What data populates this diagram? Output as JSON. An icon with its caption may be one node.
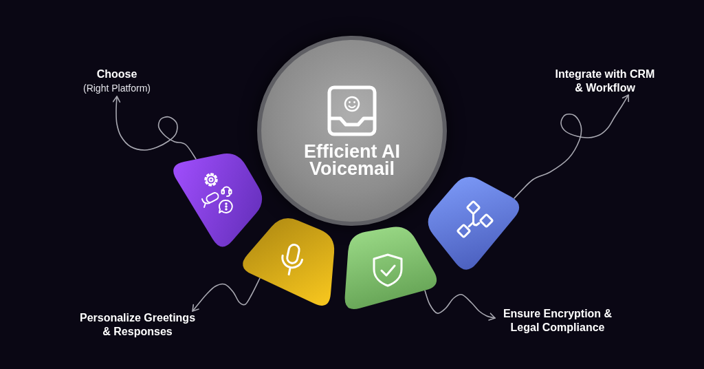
{
  "diagram": {
    "nodes": [
      {
        "text": [
          "Efficient AI Voicemail"
        ]
      },
      {
        "text": [],
        "shape": "box"
      },
      {
        "text": [],
        "shape": "box"
      },
      {
        "text": [],
        "shape": "box"
      },
      {
        "text": [],
        "shape": "box"
      },
      {
        "text": [
          "Choose",
          "(Right Platform)"
        ]
      },
      {
        "text": [
          "Integrate with CRM & Workflow"
        ]
      },
      {
        "text": [
          "Personalize Greetings & Responses"
        ]
      },
      {
        "text": [
          "Ensure Encryption & Legal Compliance"
        ]
      }
    ],
    "edges": [
      {
        "from": 1,
        "to": 5,
        "arrow": "to"
      },
      {
        "from": 4,
        "to": 6,
        "arrow": "to"
      },
      {
        "from": 2,
        "to": 7,
        "arrow": "to"
      },
      {
        "from": 3,
        "to": 8,
        "arrow": "to"
      }
    ]
  }
}
